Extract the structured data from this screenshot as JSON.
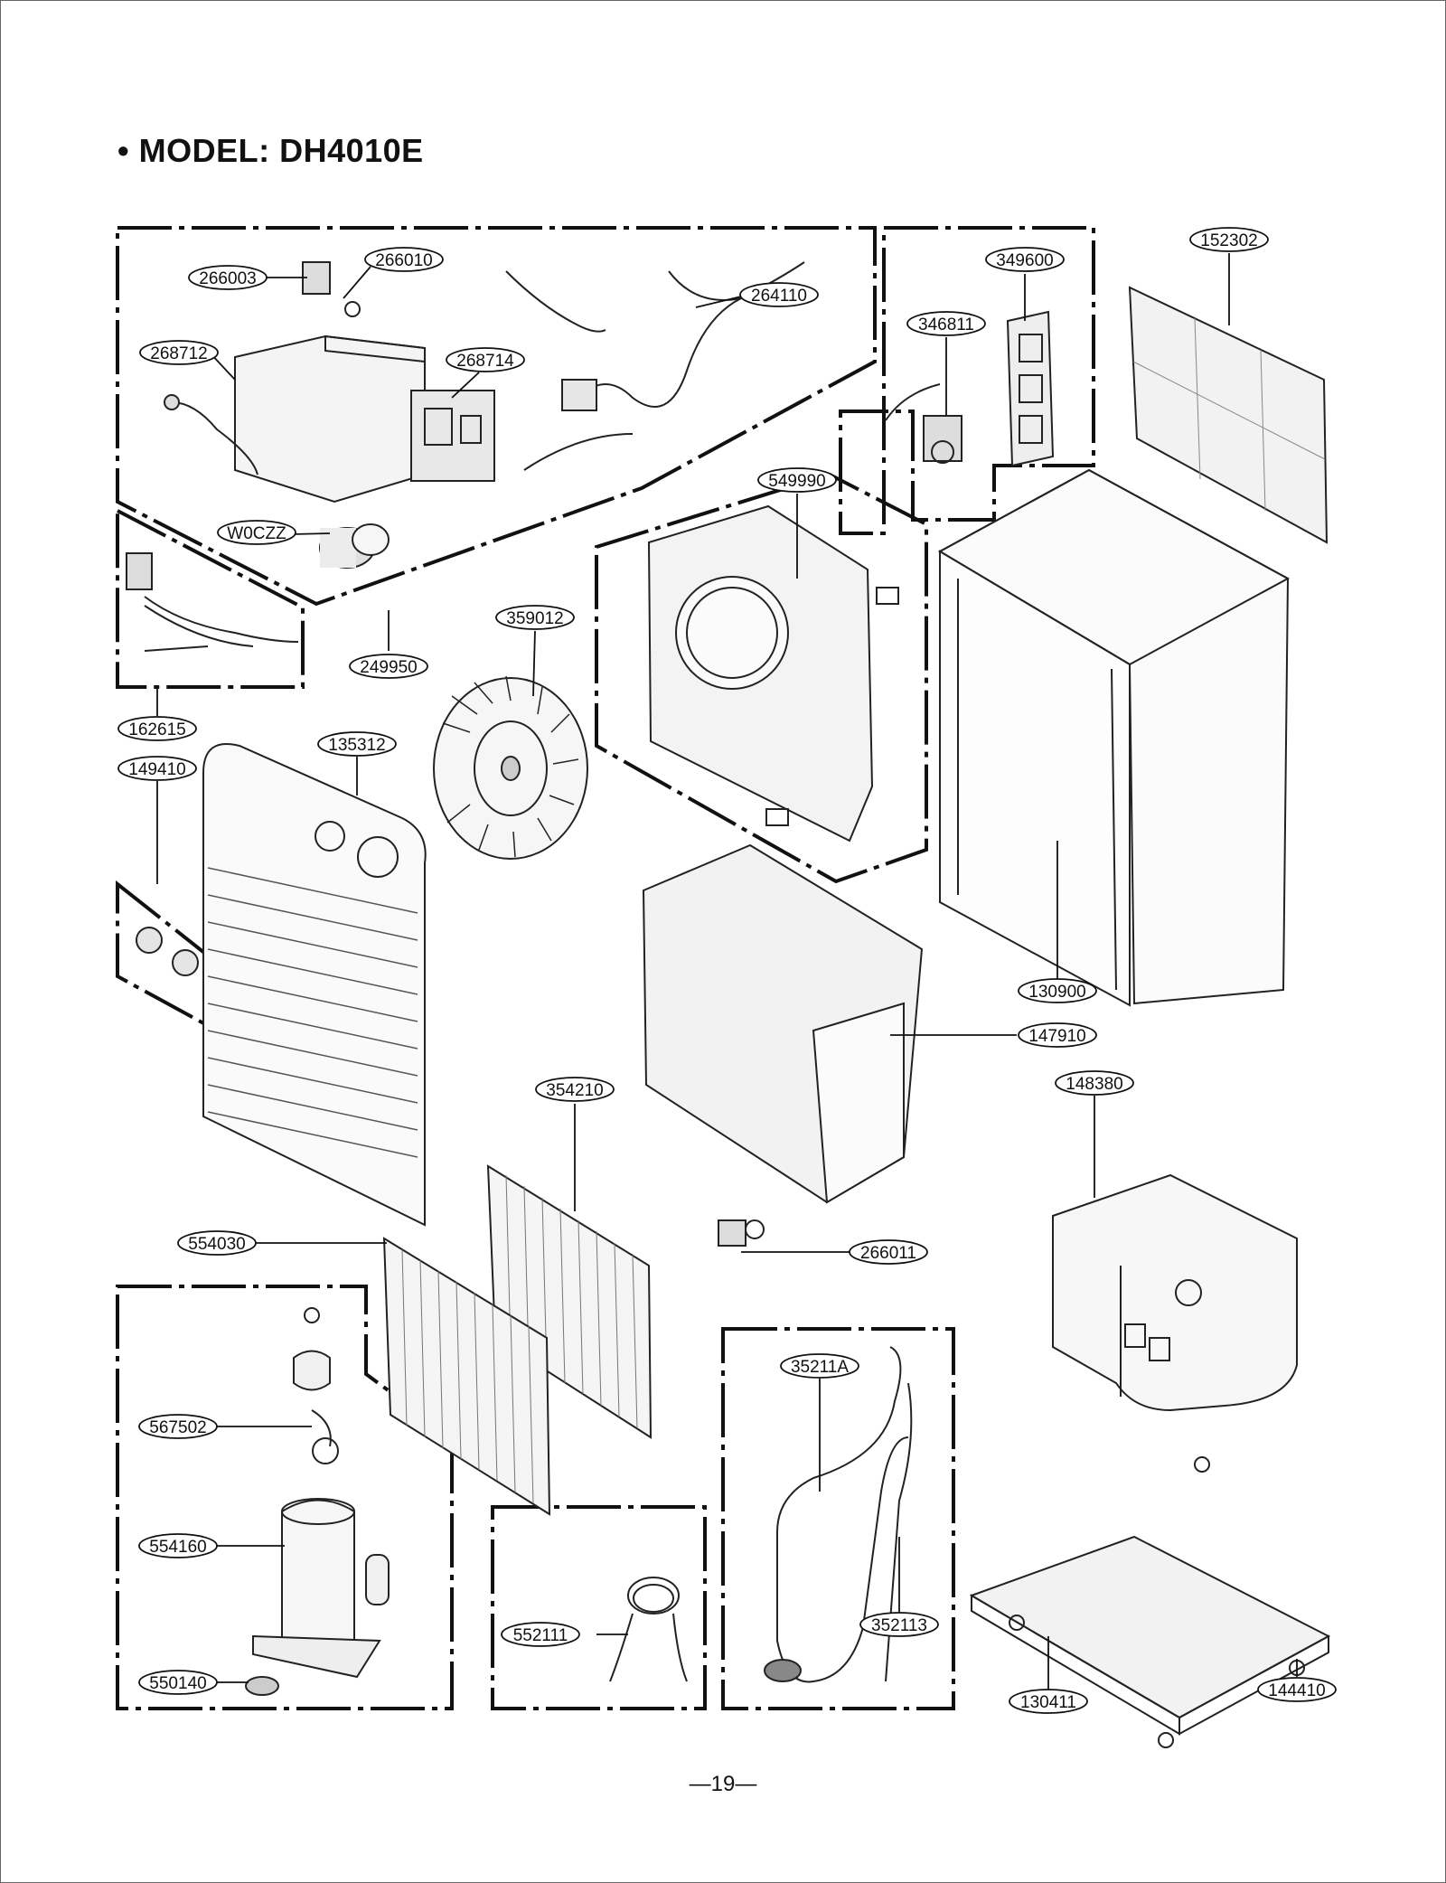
{
  "page": {
    "title": "• MODEL: DH4010E",
    "page_number": "—19—"
  },
  "parts": [
    {
      "id": "266003"
    },
    {
      "id": "266010"
    },
    {
      "id": "264110"
    },
    {
      "id": "268712"
    },
    {
      "id": "268714"
    },
    {
      "id": "W0CZZ"
    },
    {
      "id": "249950"
    },
    {
      "id": "162615"
    },
    {
      "id": "349600"
    },
    {
      "id": "346811"
    },
    {
      "id": "152302"
    },
    {
      "id": "549990"
    },
    {
      "id": "359012"
    },
    {
      "id": "135312"
    },
    {
      "id": "149410"
    },
    {
      "id": "130900"
    },
    {
      "id": "147910"
    },
    {
      "id": "148380"
    },
    {
      "id": "354210"
    },
    {
      "id": "554030"
    },
    {
      "id": "266011"
    },
    {
      "id": "567502"
    },
    {
      "id": "554160"
    },
    {
      "id": "550140"
    },
    {
      "id": "35211A"
    },
    {
      "id": "552111"
    },
    {
      "id": "352113"
    },
    {
      "id": "130411"
    },
    {
      "id": "144410"
    }
  ]
}
